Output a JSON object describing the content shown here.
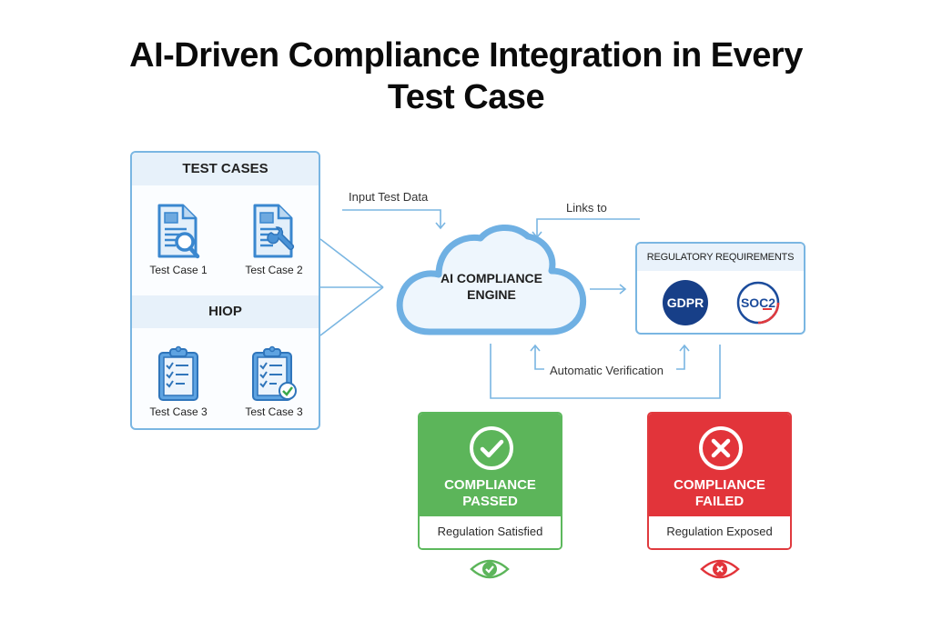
{
  "title": {
    "line1": "AI-Driven Compliance Integration in Every",
    "line2": "Test Case"
  },
  "test_panel": {
    "header1": "TEST CASES",
    "header2": "HIOP",
    "cases": [
      {
        "label": "Test Case 1",
        "icon": "document-search-icon"
      },
      {
        "label": "Test Case 2",
        "icon": "document-wrench-icon"
      },
      {
        "label": "Test Case 3",
        "icon": "clipboard-checklist-icon"
      },
      {
        "label": "Test Case 3",
        "icon": "clipboard-verified-icon"
      }
    ]
  },
  "flow_labels": {
    "input": "Input Test Data",
    "links": "Links to",
    "verify": "Automatic Verification"
  },
  "engine": {
    "line1": "AI COMPLIANCE",
    "line2": "ENGINE"
  },
  "regulatory": {
    "header": "REGULATORY REQUIREMENTS",
    "badges": [
      {
        "label": "GDPR",
        "color": "#173f88"
      },
      {
        "label": "SOC2",
        "color": "#1c4c9c",
        "accent": "#e03a3e"
      }
    ]
  },
  "results": {
    "pass": {
      "line1": "COMPLIANCE",
      "line2": "PASSED",
      "caption": "Regulation Satisfied",
      "color": "#5cb55a",
      "icon": "check-circle-icon",
      "eye_icon": "eye-check-icon"
    },
    "fail": {
      "line1": "COMPLIANCE",
      "line2": "FAILED",
      "caption": "Regulation Exposed",
      "color": "#e2343a",
      "icon": "x-circle-icon",
      "eye_icon": "eye-x-icon"
    }
  },
  "colors": {
    "line": "#7ab6e2",
    "panel_header": "#e7f1fa"
  }
}
